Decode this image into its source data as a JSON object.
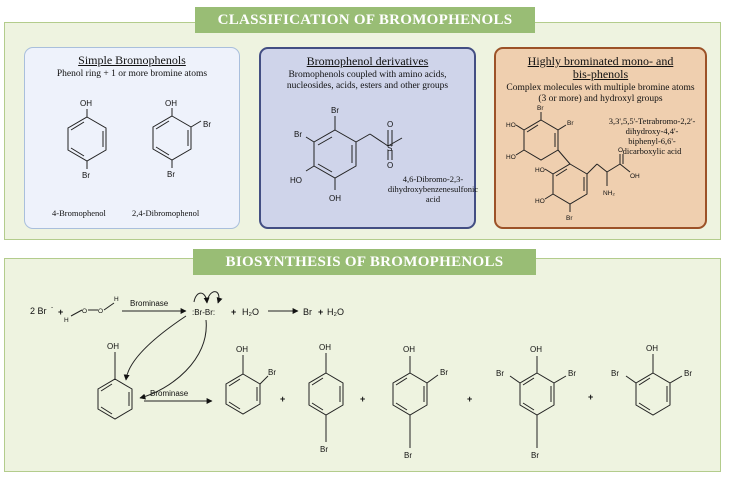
{
  "top": {
    "banner": "CLASSIFICATION OF BROMOPHENOLS",
    "simple": {
      "title": "Simple Bromophenols",
      "description": "Phenol ring + 1 or more bromine atoms",
      "molecules": [
        {
          "name": "4-Bromophenol",
          "labels": [
            "OH",
            "Br"
          ]
        },
        {
          "name": "2,4-Dibromophenol",
          "labels": [
            "OH",
            "Br",
            "Br"
          ]
        }
      ]
    },
    "derivatives": {
      "title": "Bromophenol derivatives",
      "description": "Bromophenols coupled with amino acids, nucleosides, acids, esters and other groups",
      "molecule": {
        "name_line1": "4,6-Dibromo-2,3-",
        "name_line2": "dihydroxybenzenesulfonic",
        "name_line3": "acid",
        "labels": [
          "Br",
          "Br",
          "HO",
          "OH",
          "S",
          "O",
          "O"
        ]
      }
    },
    "highly": {
      "title_line1": "Highly brominated mono- and",
      "title_line2": "bis-phenols",
      "description": "Complex molecules with multiple bromine atoms (3 or more) and hydroxyl groups",
      "molecule": {
        "name_line1": "3,3',5,5'-Tetrabromo-2,2'-",
        "name_line2": "dihydroxy-4,4'-",
        "name_line3": "biphenyl-6,6'-",
        "name_line4": "dicarboxylic acid",
        "labels": [
          "Br",
          "Br",
          "HO",
          "HO",
          "HO",
          "HO",
          "Br",
          "O",
          "OH",
          "NH₂"
        ]
      }
    }
  },
  "bottom": {
    "banner": "BIOSYNTHESIS OF BROMOPHENOLS",
    "reaction1": {
      "reactant": "2 Br",
      "charge": "-",
      "plus": "+",
      "peroxide_h1": "H",
      "peroxide_o1": "O",
      "peroxide_o2": "O",
      "peroxide_h2": "H",
      "enzyme": "Brominase",
      "bromine_pair": ":Br-Br:",
      "water": "H₂O",
      "product_br": "Br",
      "product_water": "H₂O"
    },
    "reaction2": {
      "phenol_oh": "OH",
      "enzyme": "Brominase",
      "plus": "+",
      "products": [
        {
          "labels": [
            "OH",
            "Br"
          ]
        },
        {
          "labels": [
            "OH",
            "Br"
          ]
        },
        {
          "labels": [
            "OH",
            "Br",
            "Br"
          ]
        },
        {
          "labels": [
            "OH",
            "Br",
            "Br",
            "Br"
          ]
        },
        {
          "labels": [
            "OH",
            "Br",
            "Br"
          ]
        }
      ]
    }
  }
}
